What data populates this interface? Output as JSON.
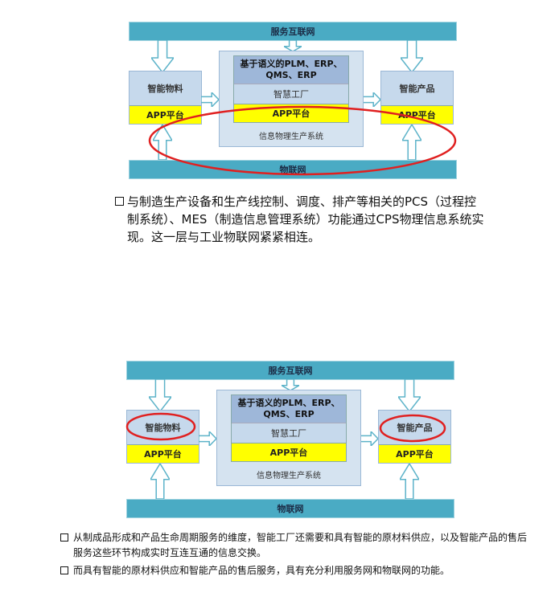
{
  "diagram1": {
    "top_bar": "服务互联网",
    "bottom_bar": "物联网",
    "left_title": "智能物料",
    "left_app": "APP平台",
    "center_header": "基于语义的PLM、ERP、QMS、ERP",
    "center_mid": "智慧工厂",
    "center_app": "APP平台",
    "center_label": "信息物理生产系统",
    "right_title": "智能产品",
    "right_app": "APP平台"
  },
  "diagram2": {
    "top_bar": "服务互联网",
    "bottom_bar": "物联网",
    "left_title": "智能物料",
    "left_app": "APP平台",
    "center_header": "基于语义的PLM、ERP、QMS、ERP",
    "center_mid": "智慧工厂",
    "center_app": "APP平台",
    "center_label": "信息物理生产系统",
    "right_title": "智能产品",
    "right_app": "APP平台"
  },
  "text1": [
    "与制造生产设备和生产线控制、调度、排产等相关的PCS（过程控制系统）、MES（制造信息管理系统）功能通过CPS物理信息系统实现。这一层与工业物联网紧紧相连。"
  ],
  "text2": [
    "从制成品形成和产品生命周期服务的维度，智能工厂还需要和具有智能的原材料供应，以及智能产品的售后服务这些环节构成实时互连互通的信息交换。",
    "而具有智能的原材料供应和智能产品的售后服务，具有充分利用服务网和物联网的功能。"
  ],
  "colors": {
    "bar": "#4aabc4",
    "box": "#c6d9ec",
    "yellow": "#ffff00",
    "highlight": "#e02020"
  }
}
